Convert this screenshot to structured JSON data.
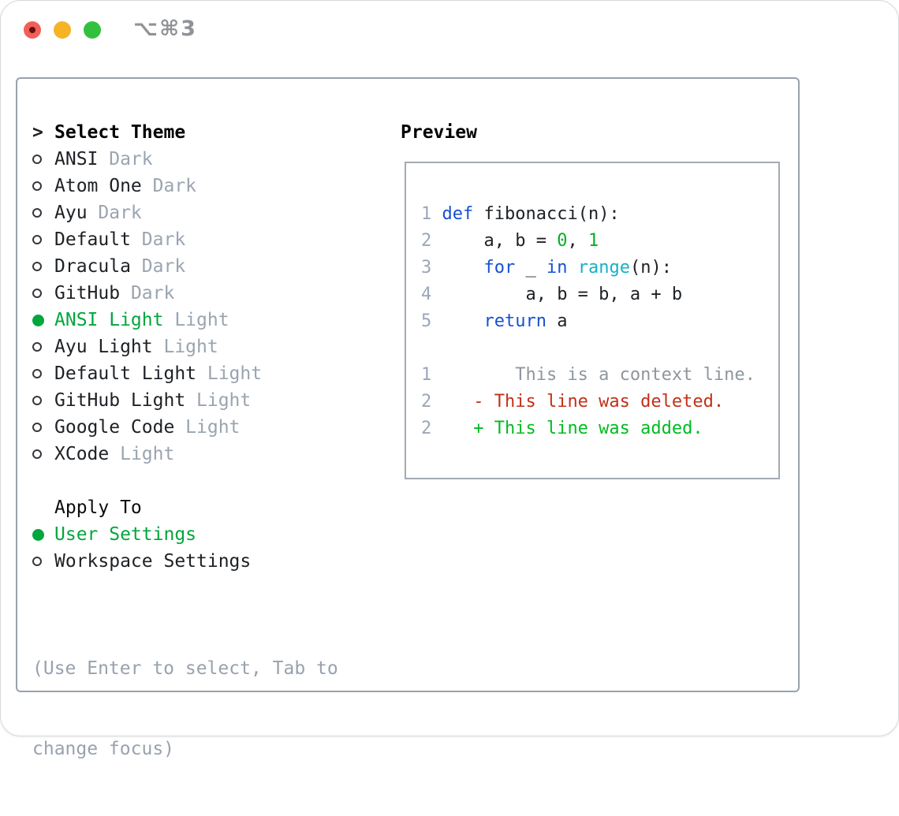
{
  "window": {
    "title": "⌥⌘3",
    "traffic_lights": [
      "close",
      "minimize",
      "zoom"
    ]
  },
  "theme_picker": {
    "prompt": ">",
    "title": "Select Theme",
    "items": [
      {
        "label": "ANSI",
        "variant": "Dark",
        "selected": false
      },
      {
        "label": "Atom One",
        "variant": "Dark",
        "selected": false
      },
      {
        "label": "Ayu",
        "variant": "Dark",
        "selected": false
      },
      {
        "label": "Default",
        "variant": "Dark",
        "selected": false
      },
      {
        "label": "Dracula",
        "variant": "Dark",
        "selected": false
      },
      {
        "label": "GitHub",
        "variant": "Dark",
        "selected": false
      },
      {
        "label": "ANSI Light",
        "variant": "Light",
        "selected": true
      },
      {
        "label": "Ayu Light",
        "variant": "Light",
        "selected": false
      },
      {
        "label": "Default Light",
        "variant": "Light",
        "selected": false
      },
      {
        "label": "GitHub Light",
        "variant": "Light",
        "selected": false
      },
      {
        "label": "Google Code",
        "variant": "Light",
        "selected": false
      },
      {
        "label": "XCode",
        "variant": "Light",
        "selected": false
      }
    ]
  },
  "apply_to": {
    "title": "Apply To",
    "items": [
      {
        "label": "User Settings",
        "selected": true
      },
      {
        "label": "Workspace Settings",
        "selected": false
      }
    ]
  },
  "hint": {
    "line1": "(Use Enter to select, Tab to",
    "line2": "change focus)"
  },
  "preview": {
    "title": "Preview",
    "lines": [
      [
        {
          "t": "1",
          "c": "num"
        },
        {
          "t": " ",
          "c": "txt"
        },
        {
          "t": "def",
          "c": "kw"
        },
        {
          "t": " fibonacci(n):",
          "c": "txt"
        }
      ],
      [
        {
          "t": "2",
          "c": "num"
        },
        {
          "t": "     a, b = ",
          "c": "txt"
        },
        {
          "t": "0",
          "c": "lit"
        },
        {
          "t": ", ",
          "c": "txt"
        },
        {
          "t": "1",
          "c": "lit"
        }
      ],
      [
        {
          "t": "3",
          "c": "num"
        },
        {
          "t": "     ",
          "c": "txt"
        },
        {
          "t": "for",
          "c": "kw"
        },
        {
          "t": " _ ",
          "c": "txt"
        },
        {
          "t": "in",
          "c": "kw"
        },
        {
          "t": " ",
          "c": "txt"
        },
        {
          "t": "range",
          "c": "fn"
        },
        {
          "t": "(n):",
          "c": "txt"
        }
      ],
      [
        {
          "t": "4",
          "c": "num"
        },
        {
          "t": "         a, b = b, a + b",
          "c": "txt"
        }
      ],
      [
        {
          "t": "5",
          "c": "num"
        },
        {
          "t": "     ",
          "c": "txt"
        },
        {
          "t": "return",
          "c": "kw"
        },
        {
          "t": " a",
          "c": "txt"
        }
      ],
      [],
      [
        {
          "t": "1",
          "c": "num"
        },
        {
          "t": "        This is a context line.",
          "c": "ctx"
        }
      ],
      [
        {
          "t": "2",
          "c": "num"
        },
        {
          "t": "    ",
          "c": "txt"
        },
        {
          "t": "- This line was deleted.",
          "c": "del"
        }
      ],
      [
        {
          "t": "2",
          "c": "num"
        },
        {
          "t": "    ",
          "c": "txt"
        },
        {
          "t": "+ This line was added.",
          "c": "add"
        }
      ]
    ]
  },
  "colors": {
    "text": "#1d2125",
    "gray": "#9aa4b0",
    "hint": "#98a2ae",
    "green-sel": "#00a73c",
    "kw": "#1651d2",
    "fn": "#14b1c4",
    "lit": "#00b121",
    "num": "#9aa7b8",
    "ctx": "#8e979e",
    "del": "#c23018",
    "add": "#00bb22",
    "tl-red": "#f25f58",
    "tl-yellow": "#f5b325",
    "tl-green": "#31c13e"
  }
}
